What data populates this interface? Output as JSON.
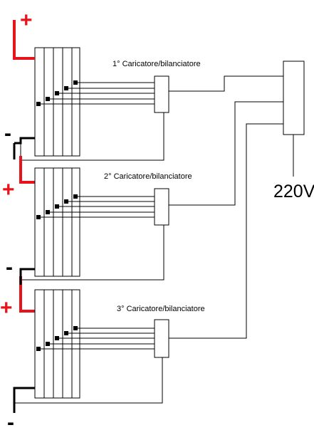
{
  "colors": {
    "positive_wire": "#e8141b",
    "negative_wire": "#000000",
    "line": "#000000"
  },
  "chargers": [
    {
      "label": "1° Caricatore/bilanciatore"
    },
    {
      "label": "2° Caricatore/bilanciatore"
    },
    {
      "label": "3° Caricatore/bilanciatore"
    }
  ],
  "power": {
    "label": "220V"
  },
  "signs": {
    "plus": "+",
    "minus": "-"
  }
}
